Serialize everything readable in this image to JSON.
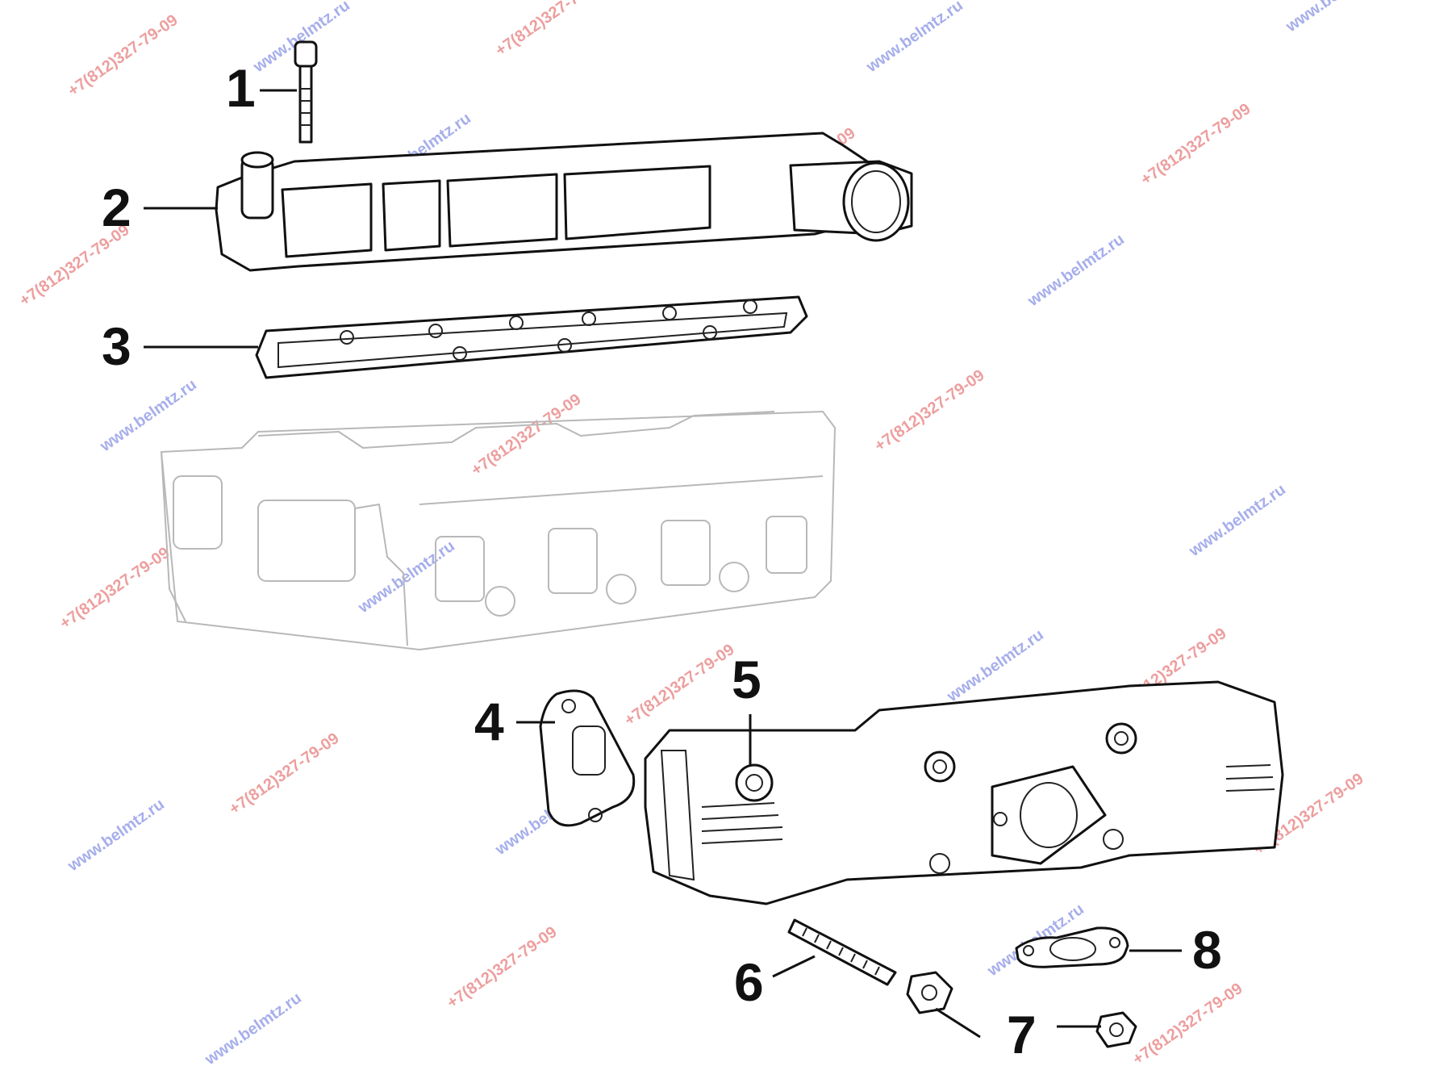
{
  "diagram": {
    "callouts": [
      "1",
      "2",
      "3",
      "4",
      "5",
      "6",
      "7",
      "8"
    ],
    "parts": [
      {
        "id": "1",
        "name": "bolt"
      },
      {
        "id": "2",
        "name": "intake-manifold"
      },
      {
        "id": "3",
        "name": "intake-manifold-gasket"
      },
      {
        "id": "4",
        "name": "exhaust-port-gasket"
      },
      {
        "id": "5",
        "name": "exhaust-manifold"
      },
      {
        "id": "6",
        "name": "stud"
      },
      {
        "id": "7",
        "name": "nut"
      },
      {
        "id": "8",
        "name": "outlet-flange-gasket"
      }
    ],
    "context_part": "cylinder-head"
  },
  "watermarks": {
    "site": "www.belmtz.ru",
    "phone": "+7(812)327-79-09"
  }
}
